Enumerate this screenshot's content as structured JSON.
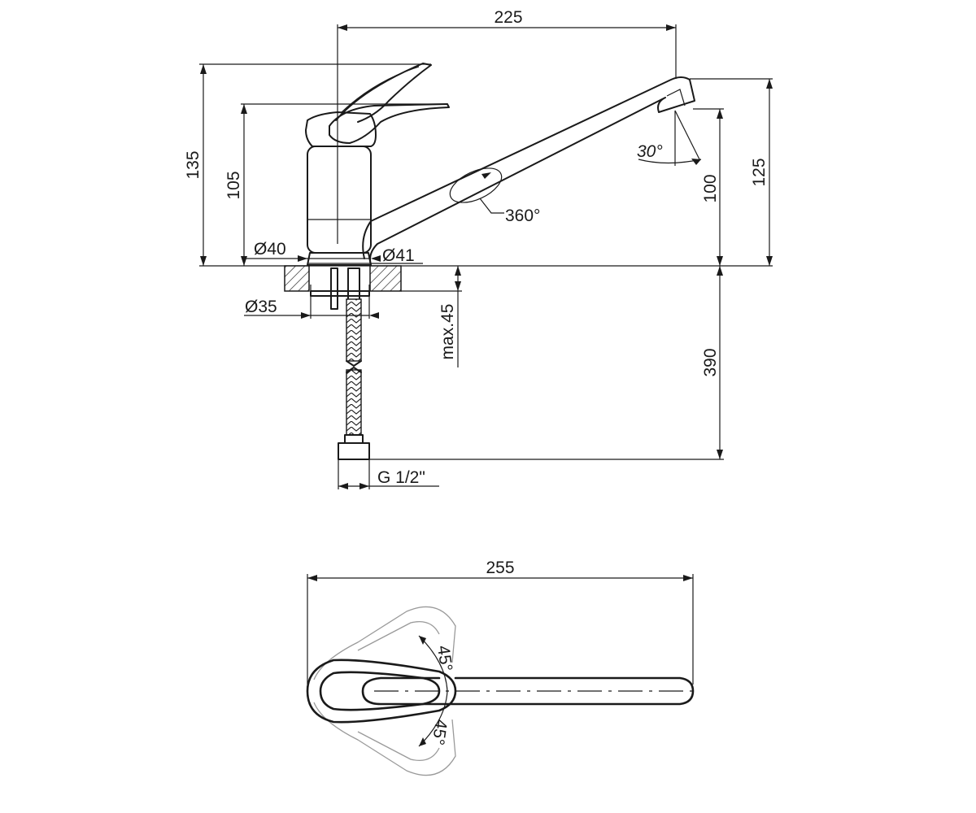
{
  "dimensions": {
    "spout_reach": "225",
    "total_height": "135",
    "body_height": "105",
    "outlet_height": "125",
    "outlet_clearance": "100",
    "aerator_angle": "30°",
    "swivel_angle": "360°",
    "body_diameter": "Ø40",
    "base_diameter": "Ø41",
    "shank_diameter": "Ø35",
    "max_deck_thickness": "max.45",
    "hose_length": "390",
    "connection_thread": "G 1/2\"",
    "plan_length": "255",
    "lever_angle_upper": "45°",
    "lever_angle_lower": "45°"
  }
}
